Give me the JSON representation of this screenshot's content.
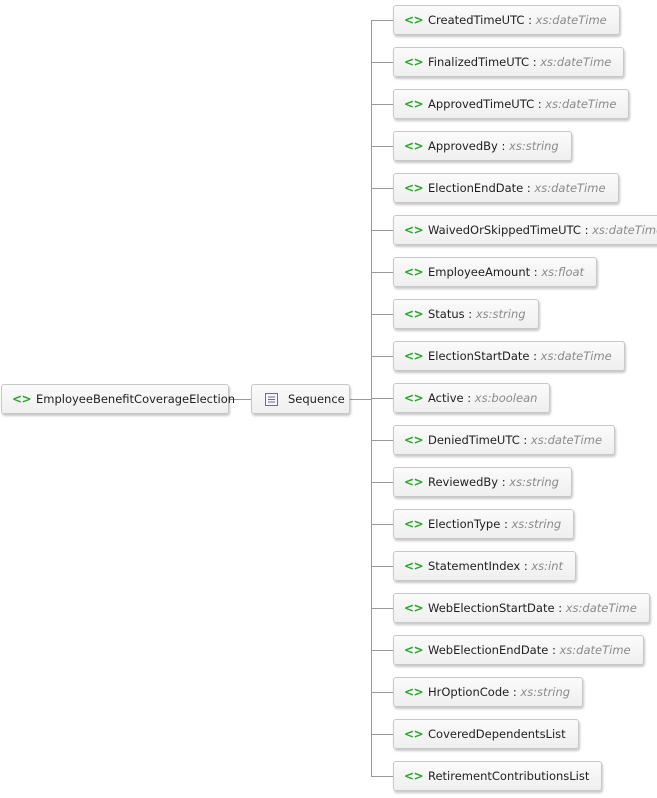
{
  "root": {
    "name": "EmployeeBenefitCoverageElection",
    "icon": "element-icon"
  },
  "sequence": {
    "label": "Sequence",
    "icon": "sequence-icon"
  },
  "element_icon_glyph": "<>",
  "separator": ":",
  "children": [
    {
      "name": "CreatedTimeUTC",
      "type": "xs:dateTime"
    },
    {
      "name": "FinalizedTimeUTC",
      "type": "xs:dateTime"
    },
    {
      "name": "ApprovedTimeUTC",
      "type": "xs:dateTime"
    },
    {
      "name": "ApprovedBy",
      "type": "xs:string"
    },
    {
      "name": "ElectionEndDate",
      "type": "xs:dateTime"
    },
    {
      "name": "WaivedOrSkippedTimeUTC",
      "type": "xs:dateTime"
    },
    {
      "name": "EmployeeAmount",
      "type": "xs:float"
    },
    {
      "name": "Status",
      "type": "xs:string"
    },
    {
      "name": "ElectionStartDate",
      "type": "xs:dateTime"
    },
    {
      "name": "Active",
      "type": "xs:boolean"
    },
    {
      "name": "DeniedTimeUTC",
      "type": "xs:dateTime"
    },
    {
      "name": "ReviewedBy",
      "type": "xs:string"
    },
    {
      "name": "ElectionType",
      "type": "xs:string"
    },
    {
      "name": "StatementIndex",
      "type": "xs:int"
    },
    {
      "name": "WebElectionStartDate",
      "type": "xs:dateTime"
    },
    {
      "name": "WebElectionEndDate",
      "type": "xs:dateTime"
    },
    {
      "name": "HrOptionCode",
      "type": "xs:string"
    },
    {
      "name": "CoveredDependentsList",
      "type": ""
    },
    {
      "name": "RetirementContributionsList",
      "type": ""
    }
  ],
  "colors": {
    "element_icon": "#22a822",
    "type_text": "#8a8a8a",
    "connector": "#9a9a9a",
    "node_border": "#c8c8c8"
  }
}
